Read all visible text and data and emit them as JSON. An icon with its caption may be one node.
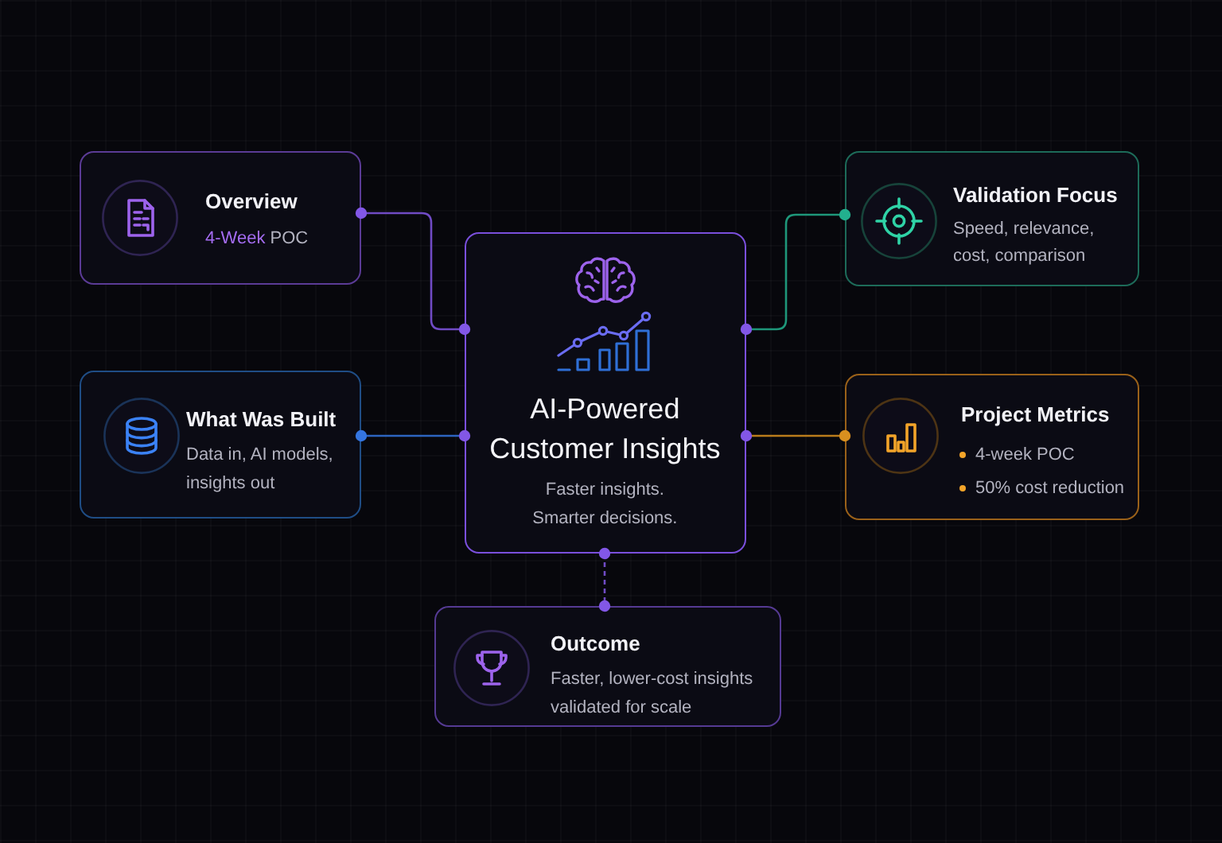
{
  "diagram": {
    "nodes": [
      {
        "text": [
          "Overview",
          "4-Week POC"
        ]
      },
      {
        "text": [
          "Validation Focus",
          "Speed, relevance, cost, comparison"
        ]
      },
      {
        "text": [
          "AI-Powered Customer Insights",
          "Faster insights. Smarter decisions."
        ]
      },
      {
        "text": [
          "What Was Built",
          "Data in, AI models, insights out"
        ]
      },
      {
        "text": [
          "Project Metrics",
          "4-week POC",
          "50% cost reduction"
        ]
      },
      {
        "text": [
          "Outcome",
          "Faster, lower-cost insights validated for scale"
        ]
      }
    ],
    "edges": [
      {
        "from": 0,
        "to": 2,
        "arrow": "other"
      },
      {
        "from": 1,
        "to": 2,
        "arrow": "other",
        "color": "#22b08e"
      },
      {
        "from": 3,
        "to": 2,
        "arrow": "other",
        "color": "#3475e0"
      },
      {
        "from": 4,
        "to": 2,
        "arrow": "other",
        "color": "#d9901f"
      },
      {
        "from": 2,
        "to": 5,
        "arrow": "other",
        "style": "dashed"
      }
    ]
  }
}
